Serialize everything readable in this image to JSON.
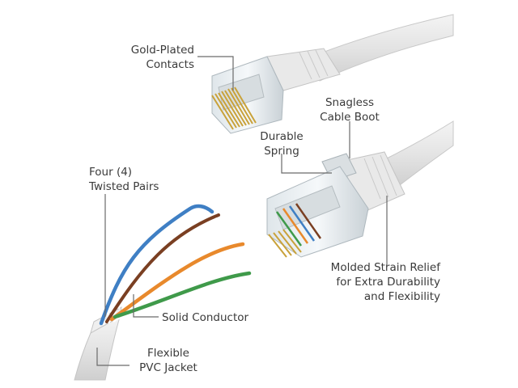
{
  "labels": {
    "gold_contacts": {
      "line1": "Gold-Plated",
      "line2": "Contacts"
    },
    "snagless_boot": {
      "line1": "Snagless",
      "line2": "Cable Boot"
    },
    "durable_spring": {
      "line1": "Durable",
      "line2": "Spring"
    },
    "twisted_pairs": {
      "line1": "Four (4)",
      "line2": "Twisted Pairs"
    },
    "strain_relief": {
      "line1": "Molded Strain Relief",
      "line2": "for Extra Durability",
      "line3": "and Flexibility"
    },
    "solid_conductor": {
      "line1": "Solid Conductor"
    },
    "pvc_jacket": {
      "line1": "Flexible",
      "line2": "PVC Jacket"
    }
  },
  "colors": {
    "cable": "#e6e6e6",
    "leader_line": "#6a6a6a",
    "gold": "#c9a23a",
    "pair_blue": "#3f7fc4",
    "pair_brown": "#7a3f22",
    "pair_orange": "#e8892c",
    "pair_green": "#3f9a4a"
  }
}
